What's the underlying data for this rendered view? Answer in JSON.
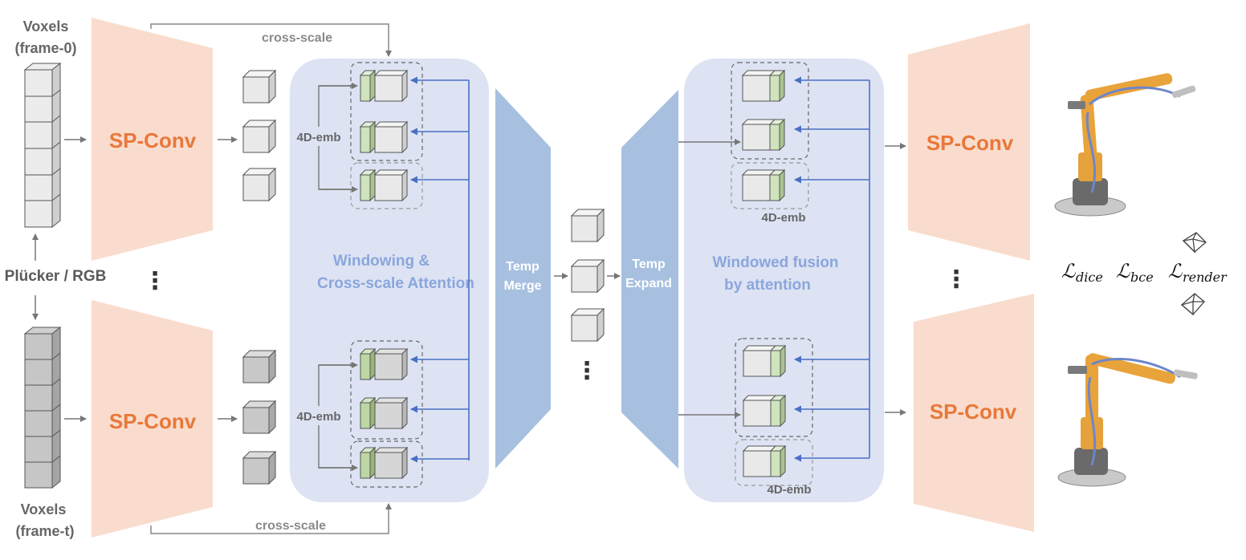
{
  "labels": {
    "voxels_frame0_line1": "Voxels",
    "voxels_frame0_line2": "(frame-0)",
    "voxels_framet_line1": "Voxels",
    "voxels_framet_line2": "(frame-t)",
    "plucker_rgb": "Plücker / RGB",
    "spconv": "SP-Conv",
    "cross_scale": "cross-scale",
    "emb_4d": "4D-emb",
    "windowing_line1": "Windowing &",
    "windowing_line2": "Cross-scale Attention",
    "temp_merge_line1": "Temp",
    "temp_merge_line2": "Merge",
    "temp_expand_line1": "Temp",
    "temp_expand_line2": "Expand",
    "windowed_fusion_line1": "Windowed fusion",
    "windowed_fusion_line2": "by attention",
    "ellipsis": "⋮"
  },
  "losses": {
    "dice_main": "ℒ",
    "dice_sub": "dice",
    "bce_main": "ℒ",
    "bce_sub": "bce",
    "render_main": "ℒ",
    "render_sub": "render"
  },
  "colors": {
    "orange_text": "#e8783a",
    "spconv_fill": "#f9dccd",
    "panel_fill": "#dde3f3",
    "temp_fill": "#a7c0e0",
    "arrow_blue": "#4a6fc4",
    "label_blue": "#8aa6dc",
    "green_token": "#c9deb4"
  },
  "icons": [
    "robot-arm-render-top",
    "robot-arm-render-bottom",
    "camera-icon-top",
    "camera-icon-bottom"
  ]
}
